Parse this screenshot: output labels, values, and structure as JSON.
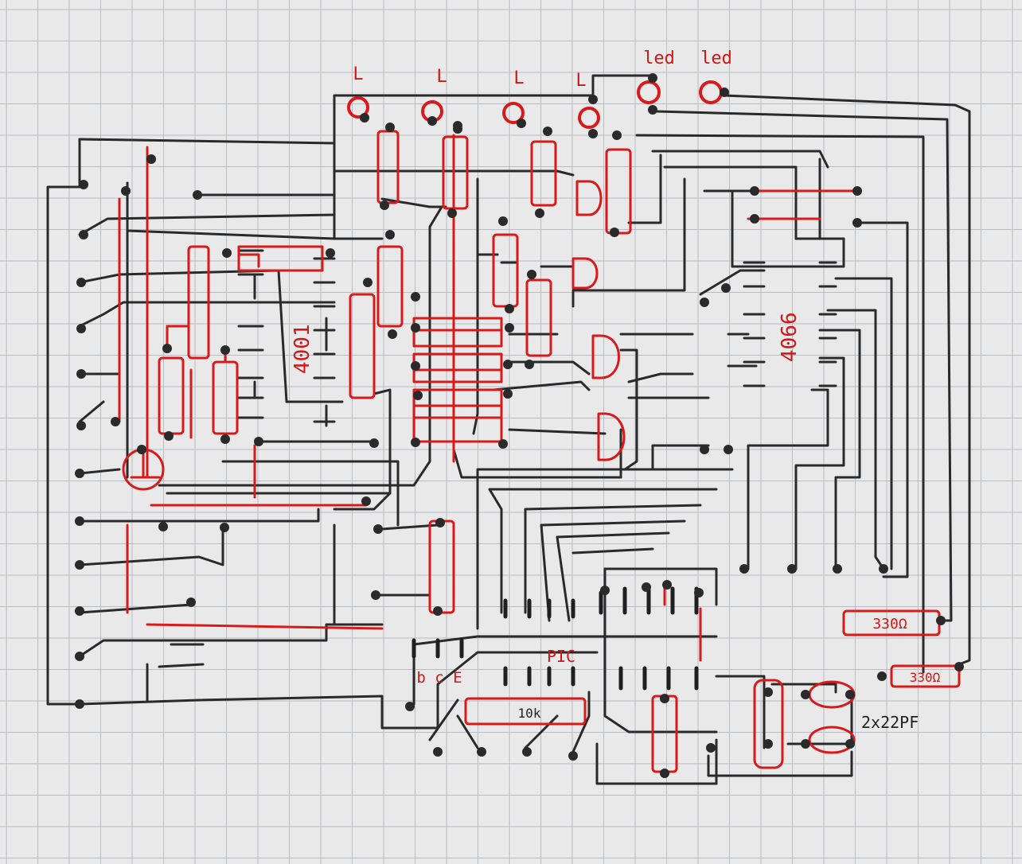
{
  "labels": {
    "lamp": "L",
    "led": "led",
    "ic_4001": "4001",
    "ic_4066": "4066",
    "pic": "PIC",
    "transistor_pins": "b c E",
    "r_10k": "10k",
    "r_330_a": "330Ω",
    "r_330_b": "330Ω",
    "caps": "2x22PF"
  },
  "colors": {
    "paper": "#e9e9ea",
    "grid": "#b9bcc6",
    "pencil": "#2a2a2a",
    "ink_red": "#d81a1a"
  }
}
